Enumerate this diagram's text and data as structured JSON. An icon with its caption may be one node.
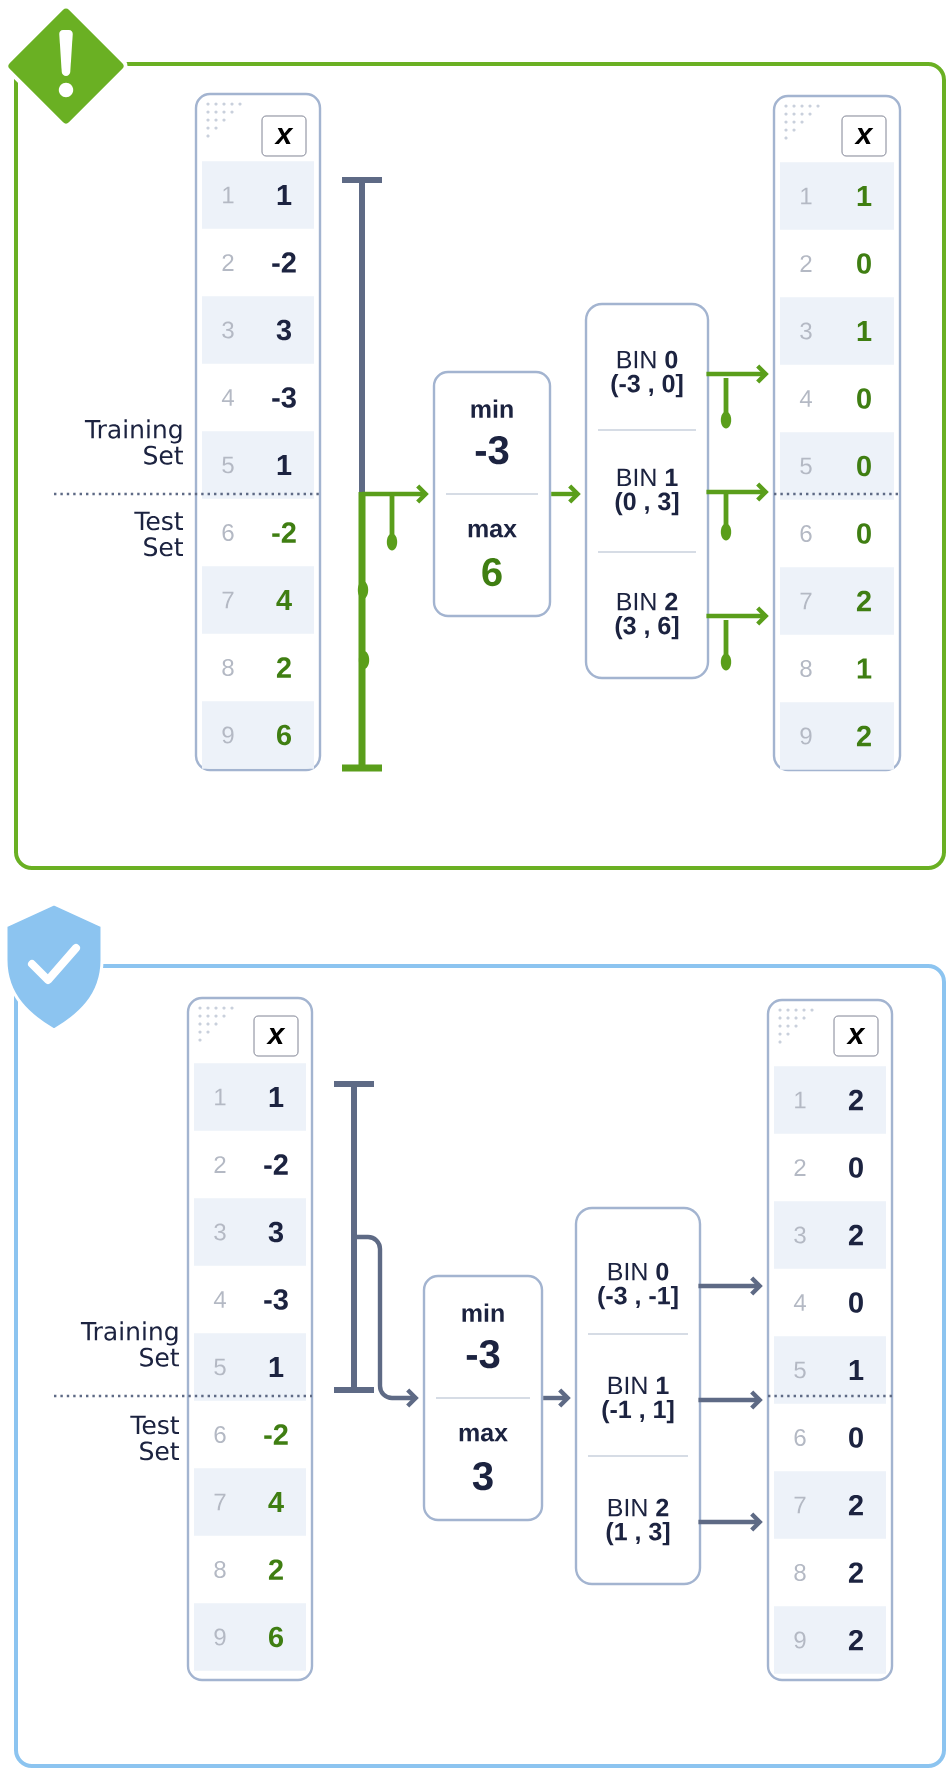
{
  "diagram": {
    "nodes": [
      {
        "text": [],
        "shape": "box"
      },
      {
        "text": [
          "x",
          "1",
          "1",
          "2",
          "-2",
          "3",
          "3",
          "4",
          "-3",
          "5",
          "1",
          "6",
          "-2",
          "7",
          "4",
          "8",
          "2",
          "9",
          "6"
        ],
        "in": 0
      },
      {
        "text": [],
        "shape": "bar",
        "in": 0
      },
      {
        "text": [
          "min",
          "-3",
          "max",
          "6"
        ],
        "in": 0
      },
      {
        "text": [],
        "shape": "box",
        "in": 0
      },
      {
        "text": [
          "BIN **0**",
          "(-3 , 0]"
        ],
        "in": 4
      },
      {
        "text": [
          "BIN **1**",
          "(0 , 3]"
        ],
        "in": 4
      },
      {
        "text": [
          "BIN **2**",
          "(3 , 6]"
        ],
        "in": 4
      },
      {
        "text": [
          "x",
          "1",
          "1",
          "2",
          "0",
          "3",
          "1",
          "4",
          "0",
          "5",
          "0",
          "6",
          "0",
          "7",
          "2",
          "8",
          "1",
          "9",
          "2"
        ],
        "in": 0
      },
      {
        "text": [],
        "shape": "box"
      },
      {
        "text": [
          "x",
          "1",
          "1",
          "2",
          "-2",
          "3",
          "3",
          "4",
          "-3",
          "5",
          "1",
          "6",
          "-2",
          "7",
          "4",
          "8",
          "2",
          "9",
          "6"
        ],
        "in": 9
      },
      {
        "text": [],
        "shape": "bar",
        "in": 9
      },
      {
        "text": [
          "min",
          "-3",
          "max",
          "3"
        ],
        "in": 9
      },
      {
        "text": [],
        "shape": "box",
        "in": 9
      },
      {
        "text": [
          "BIN **0**",
          "(-3 , -1]"
        ],
        "in": 13
      },
      {
        "text": [
          "BIN **1**",
          "(-1 , 1]"
        ],
        "in": 13
      },
      {
        "text": [
          "BIN **2**",
          "(1 , 3]"
        ],
        "in": 13
      },
      {
        "text": [
          "x",
          "1",
          "2",
          "2",
          "0",
          "3",
          "2",
          "4",
          "0",
          "5",
          "1",
          "6",
          "0",
          "7",
          "2",
          "8",
          "2",
          "9",
          "2"
        ],
        "in": 9
      }
    ],
    "edges": [
      {
        "from": 2,
        "to": 3,
        "arrow": "to",
        "color": "#5a9e1b"
      },
      {
        "from": 3,
        "to": 4,
        "arrow": "to",
        "color": "#5a9e1b"
      },
      {
        "from": 5,
        "to": 8,
        "arrow": "to",
        "color": "#5a9e1b"
      },
      {
        "from": 6,
        "to": 8,
        "arrow": "to",
        "color": "#5a9e1b"
      },
      {
        "from": 7,
        "to": 8,
        "arrow": "to",
        "color": "#5a9e1b"
      },
      {
        "from": 11,
        "to": 12,
        "arrow": "to",
        "color": "#5e6a85"
      },
      {
        "from": 12,
        "to": 13,
        "arrow": "to",
        "color": "#5e6a85"
      },
      {
        "from": 14,
        "to": 17,
        "arrow": "to",
        "color": "#5e6a85"
      },
      {
        "from": 15,
        "to": 17,
        "arrow": "to",
        "color": "#5e6a85"
      },
      {
        "from": 16,
        "to": 17,
        "arrow": "to",
        "color": "#5e6a85"
      }
    ],
    "labels": [
      "Training Set",
      "Test Set",
      "Training Set",
      "Test Set"
    ]
  }
}
